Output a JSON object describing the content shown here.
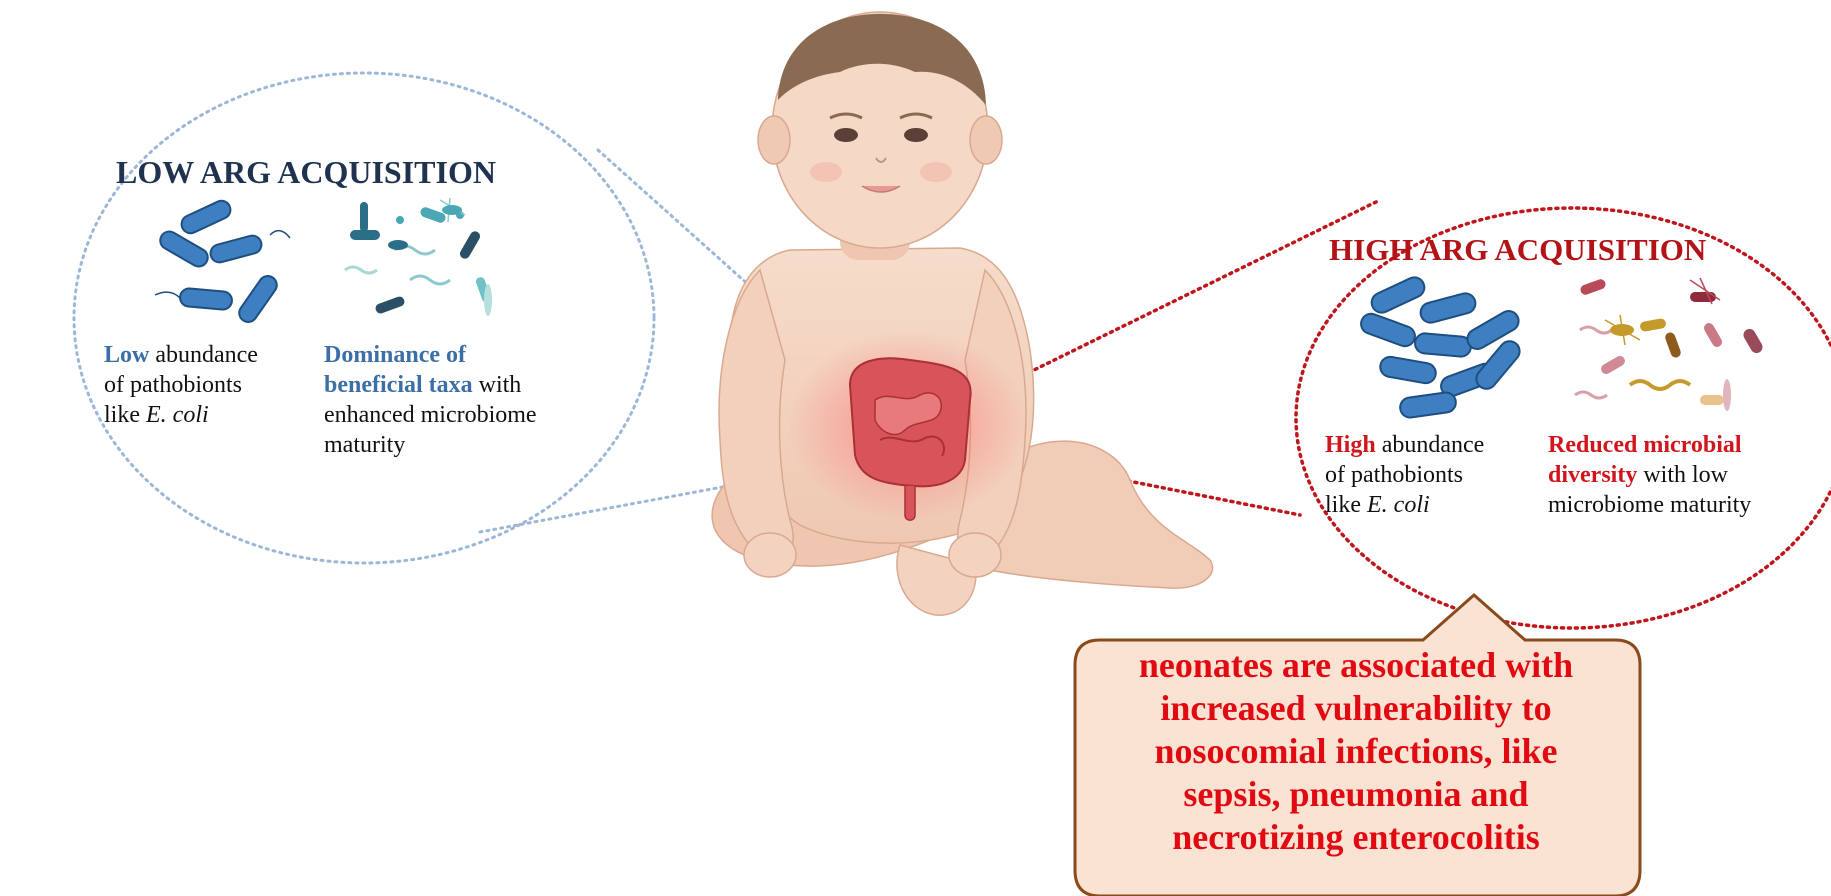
{
  "low": {
    "title": "LOW ARG ACQUISITION",
    "left_lines": [
      {
        "emph": "Low",
        "rest": " abundance"
      },
      {
        "emph": "",
        "rest": "of pathobionts"
      },
      {
        "emph": "",
        "rest": "like ",
        "italic": "E. coli"
      }
    ],
    "right_lines": [
      {
        "emph": "Dominance of",
        "rest": ""
      },
      {
        "emph": "beneficial taxa",
        "rest": " with"
      },
      {
        "emph": "",
        "rest": "enhanced microbiome"
      },
      {
        "emph": "",
        "rest": "maturity"
      }
    ]
  },
  "high": {
    "title": "HIGH ARG ACQUISITION",
    "left_lines": [
      {
        "emph": "High",
        "rest": " abundance"
      },
      {
        "emph": "",
        "rest": "of pathobionts"
      },
      {
        "emph": "",
        "rest": "like ",
        "italic": "E. coli"
      }
    ],
    "right_lines": [
      {
        "emph": "Reduced microbial",
        "rest": ""
      },
      {
        "emph": "diversity",
        "rest": " with low"
      },
      {
        "emph": "",
        "rest": "microbiome maturity"
      }
    ]
  },
  "callout": {
    "lines": [
      "neonates are associated with",
      "increased vulnerability to",
      "nosocomial infections, like",
      "sepsis, pneumonia and",
      "necrotizing enterocolitis"
    ]
  },
  "colors": {
    "low_accent": "#3c6fa6",
    "low_title": "#1f3350",
    "high_accent": "#d0151c",
    "high_title": "#b31217",
    "callout_fill": "#fbe3d3",
    "callout_border": "#8a4a1c",
    "skin": "#f3d2bd",
    "gut": "#d9545a"
  }
}
